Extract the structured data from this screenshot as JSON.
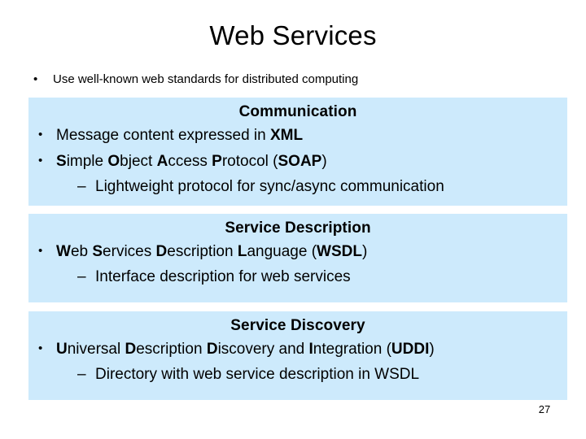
{
  "slide": {
    "title": "Web Services",
    "page_number": "27",
    "accent_box_color": "#cdeafc",
    "text_color": "#000000",
    "background_color": "#ffffff"
  },
  "intro": {
    "bullet_glyph": "•",
    "text": "Use well-known web standards for distributed computing"
  },
  "sections": [
    {
      "heading": "Communication",
      "lines": [
        {
          "level": 1,
          "glyph": "•",
          "plain": "Message content expressed in XML",
          "parts": [
            {
              "t": "Message content expressed in ",
              "bold": false
            },
            {
              "t": "XML",
              "bold": true
            }
          ]
        },
        {
          "level": 1,
          "glyph": "•",
          "plain": "Simple Object Access Protocol (SOAP)",
          "parts": [
            {
              "t": "S",
              "bold": true
            },
            {
              "t": "imple ",
              "bold": false
            },
            {
              "t": "O",
              "bold": true
            },
            {
              "t": "bject ",
              "bold": false
            },
            {
              "t": "A",
              "bold": true
            },
            {
              "t": "ccess ",
              "bold": false
            },
            {
              "t": "P",
              "bold": true
            },
            {
              "t": "rotocol (",
              "bold": false
            },
            {
              "t": "SOAP",
              "bold": true
            },
            {
              "t": ")",
              "bold": false
            }
          ]
        },
        {
          "level": 2,
          "glyph": "–",
          "plain": "Lightweight protocol for sync/async communication",
          "parts": [
            {
              "t": "Lightweight protocol for sync/async communication",
              "bold": false
            }
          ]
        }
      ]
    },
    {
      "heading": "Service Description",
      "lines": [
        {
          "level": 1,
          "glyph": "•",
          "plain": "Web Services Description Language (WSDL)",
          "parts": [
            {
              "t": "W",
              "bold": true
            },
            {
              "t": "eb ",
              "bold": false
            },
            {
              "t": "S",
              "bold": true
            },
            {
              "t": "ervices ",
              "bold": false
            },
            {
              "t": "D",
              "bold": true
            },
            {
              "t": "escription ",
              "bold": false
            },
            {
              "t": "L",
              "bold": true
            },
            {
              "t": "anguage (",
              "bold": false
            },
            {
              "t": "WSDL",
              "bold": true
            },
            {
              "t": ")",
              "bold": false
            }
          ]
        },
        {
          "level": 2,
          "glyph": "–",
          "plain": "Interface description for web services",
          "parts": [
            {
              "t": "Interface description for web services",
              "bold": false
            }
          ]
        }
      ]
    },
    {
      "heading": "Service Discovery",
      "lines": [
        {
          "level": 1,
          "glyph": "•",
          "plain": "Universal Description Discovery and Integration (UDDI)",
          "parts": [
            {
              "t": "U",
              "bold": true
            },
            {
              "t": "niversal ",
              "bold": false
            },
            {
              "t": "D",
              "bold": true
            },
            {
              "t": "escription ",
              "bold": false
            },
            {
              "t": "D",
              "bold": true
            },
            {
              "t": "iscovery and ",
              "bold": false
            },
            {
              "t": "I",
              "bold": true
            },
            {
              "t": "ntegration (",
              "bold": false
            },
            {
              "t": "UDDI",
              "bold": true
            },
            {
              "t": ")",
              "bold": false
            }
          ]
        },
        {
          "level": 2,
          "glyph": "–",
          "plain": "Directory with web service description in WSDL",
          "parts": [
            {
              "t": "Directory with web service description in WSDL",
              "bold": false
            }
          ]
        }
      ]
    }
  ]
}
